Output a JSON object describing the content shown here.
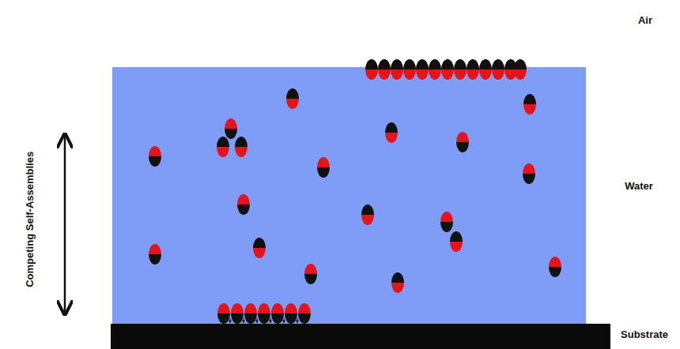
{
  "diagram": {
    "labels": [
      "Air",
      "Water",
      "Substrate",
      "Competing Self-Assemblies"
    ]
  }
}
